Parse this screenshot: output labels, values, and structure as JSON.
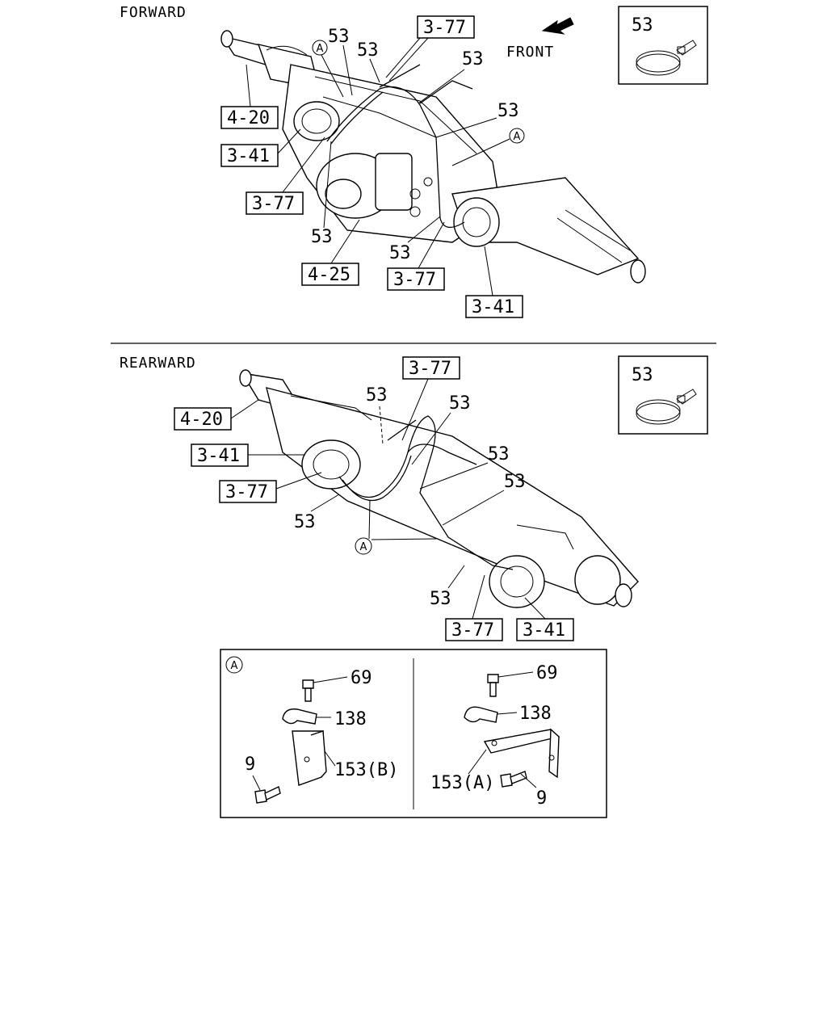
{
  "sections": {
    "forward": "FORWARD",
    "rearward": "REARWARD",
    "front_indicator": "FRONT"
  },
  "callouts": {
    "clip": "53",
    "harness_ref": "3-77",
    "sensor_ref": "3-41",
    "axle_ref": "4-20",
    "diff_ref": "4-25",
    "detail_marker": "A"
  },
  "detail_a": {
    "marker": "A",
    "bolt_top": "69",
    "clamp": "138",
    "bolt_side": "9",
    "bracket_b": "153(B)",
    "bracket_a": "153(A)"
  }
}
